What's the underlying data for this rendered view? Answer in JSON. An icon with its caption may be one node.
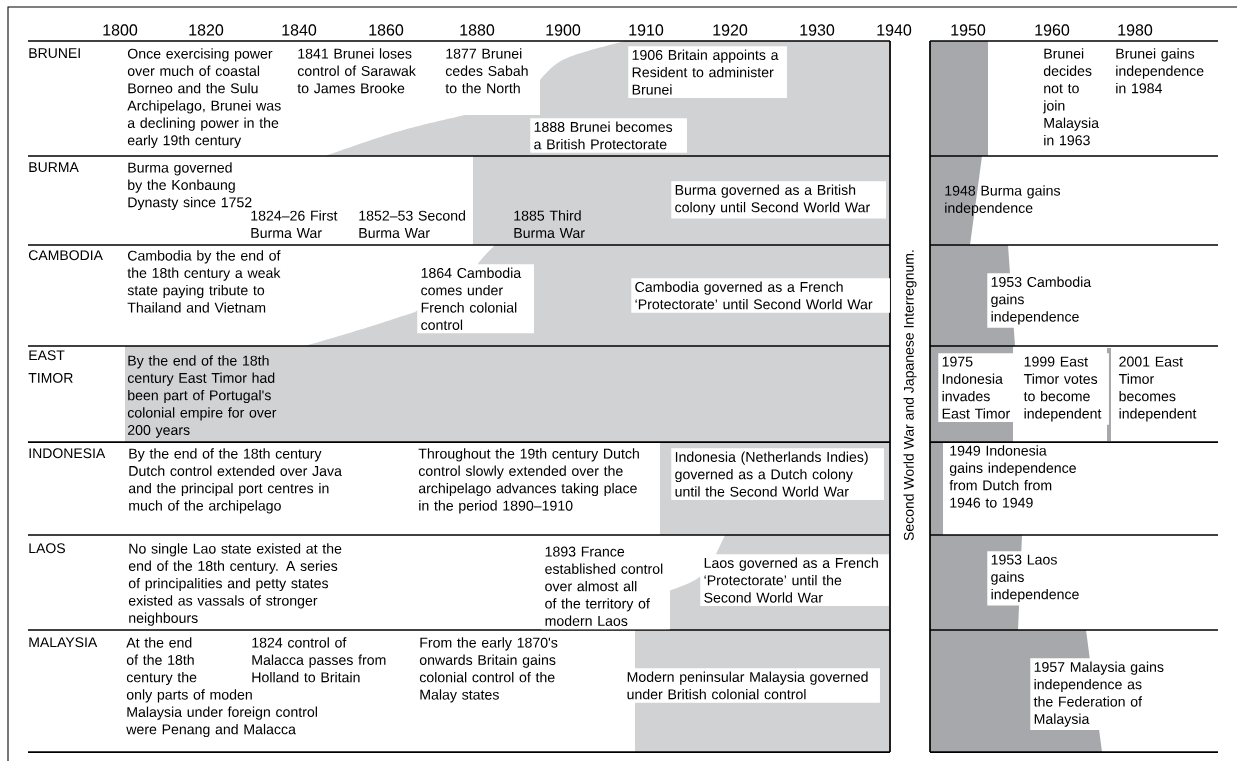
{
  "diagram": {
    "labels": [
      "1800",
      "1820",
      "1840",
      "1860",
      "1880",
      "1900",
      "1910",
      "1920",
      "1930",
      "1940",
      "1950",
      "1960",
      "1980",
      "BRUNEI",
      "Once exercising power over much of coastal Borneo and the Sulu Archipelago, Brunei was a declining power in the early 19th century",
      "1841 Brunei loses control of Sarawak to James Brooke",
      "1877 Brunei cedes Sabah to the North",
      "1906 Britain appoints a Resident to administer Brunei",
      "1888 Brunei becomes a British Protectorate",
      "Brunei decides not to join Malaysia in 1963",
      "Brunei gains independence in 1984",
      "BURMA",
      "Burma governed by the Konbaung Dynasty since 1752",
      "1824–26 First Burma War",
      "1852–53 Second Burma War",
      "1885 Third Burma War",
      "Burma governed as a British colony until Second World War",
      "1948 Burma gains independence",
      "CAMBODIA",
      "Cambodia by the end of the 18th century a weak state paying tribute to Thailand and Vietnam",
      "1864 Cambodia comes under French colonial control",
      "Cambodia governed as a French ‘Protectorate’ until Second World War",
      "1953 Cambodia gains independence",
      "EAST TIMOR",
      "By the end of the 18th century East Timor had been part of Portugal's colonial empire for over 200 years",
      "1975 Indonesia invades East Timor",
      "1999 East Timor votes to become independent",
      "2001 East Timor becomes independent",
      "INDONESIA",
      "By the end of the 18th century Dutch control extended over Java and the principal port centres in much of the archipelago",
      "Throughout the 19th century Dutch control slowly extended over the archipelago advances taking place in the period 1890–1910",
      "Indonesia (Netherlands Indies) governed as a Dutch colony until the Second World War",
      "1949 Indonesia gains independence from Dutch from 1946 to 1949",
      "LAOS",
      "No single Lao state existed at the end of the 18th century. A series of principalities and petty states existed as vassals of stronger neighbours",
      "1893 France established control over almost all of the territory of modern Laos",
      "Laos governed as a French ‘Protectorate’ until the Second World War",
      "1953 Laos gains independence",
      "MALAYSIA",
      "At the end of the 18th century the only parts of moden Malaysia under foreign control were Penang and Malacca",
      "1824 control of Malacca passes from Holland to Britain",
      "From the early 1870's onwards Britain gains colonial control of the Malay states",
      "Modern peninsular Malaysia governed under British colonial control",
      "1957 Malaysia gains independence as the Federation of Malaysia",
      "Second World War and Japanese Interregnum."
    ]
  }
}
